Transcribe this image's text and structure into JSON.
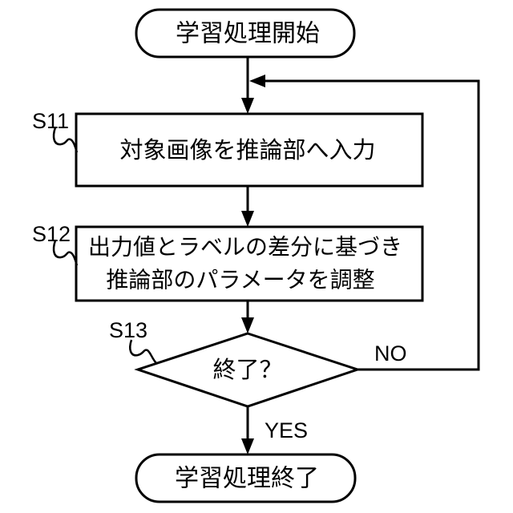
{
  "figure": {
    "type": "flowchart",
    "background_color": "#ffffff",
    "line_color": "#000000",
    "text_color": "#000000"
  },
  "flowchart": {
    "start": {
      "label": "学習処理開始"
    },
    "steps": {
      "s11": {
        "id": "S11",
        "label": "対象画像を推論部へ入力"
      },
      "s12": {
        "id": "S12",
        "line1": "出力値とラベルの差分に基づき",
        "line2": "推論部のパラメータを調整"
      },
      "s13": {
        "id": "S13",
        "label": "終了？"
      }
    },
    "branches": {
      "no": "NO",
      "yes": "YES"
    },
    "end": {
      "label": "学習処理終了"
    }
  }
}
